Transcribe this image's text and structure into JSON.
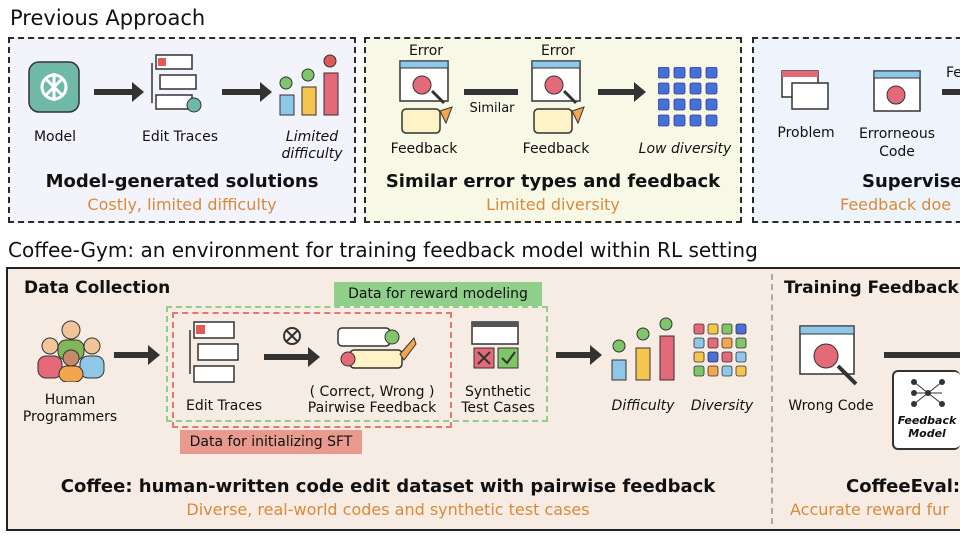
{
  "previous": {
    "title": "Previous Approach",
    "panel1": {
      "model_label": "Model",
      "edit_traces_label": "Edit Traces",
      "limited_difficulty_label": "Limited\ndifficulty",
      "heading": "Model-generated solutions",
      "subheading": "Costly, limited difficulty"
    },
    "panel2": {
      "error_left": "Error",
      "error_right": "Error",
      "similar_label": "Similar",
      "feedback_left": "Feedback",
      "feedback_right": "Feedback",
      "low_diversity_label": "Low diversity",
      "heading": "Similar error types and feedback",
      "subheading": "Limited diversity"
    },
    "panel3": {
      "fe_label": "Fe",
      "problem_label": "Problem",
      "erroneous_code_label": "Errorneous\nCode",
      "heading": "Supervise",
      "subheading": "Feedback doe"
    }
  },
  "coffee": {
    "title": "Coffee-Gym: an environment for training feedback model within RL setting",
    "data_collection": {
      "section_label": "Data Collection",
      "reward_modeling_label": "Data for reward modeling",
      "human_programmers_label": "Human\nProgrammers",
      "edit_traces_label": "Edit Traces",
      "pairwise_label": "( Correct, Wrong )\nPairwise Feedback",
      "synthetic_label": "Synthetic\nTest Cases",
      "difficulty_label": "Difficulty",
      "diversity_label": "Diversity",
      "sft_label": "Data for initializing SFT",
      "heading": "Coffee: human-written code edit dataset with  pairwise feedback",
      "subheading": "Diverse, real-world codes and synthetic test cases"
    },
    "training": {
      "section_label": "Training Feedback",
      "wrong_code_label": "Wrong Code",
      "feedback_model_label": "Feedback\nModel",
      "heading": "CoffeeEval: ",
      "subheading": "Accurate reward fur"
    }
  },
  "colors": {
    "subtitle_orange": "#d88a3a",
    "reward_green": "#8fcf8a",
    "sft_red": "#e07a6e",
    "panel1_bg": "#f3f3fb",
    "panel2_bg": "#f7f9e6",
    "panel3_bg": "#eef4fb",
    "coffee_bg": "#f7ece4"
  }
}
